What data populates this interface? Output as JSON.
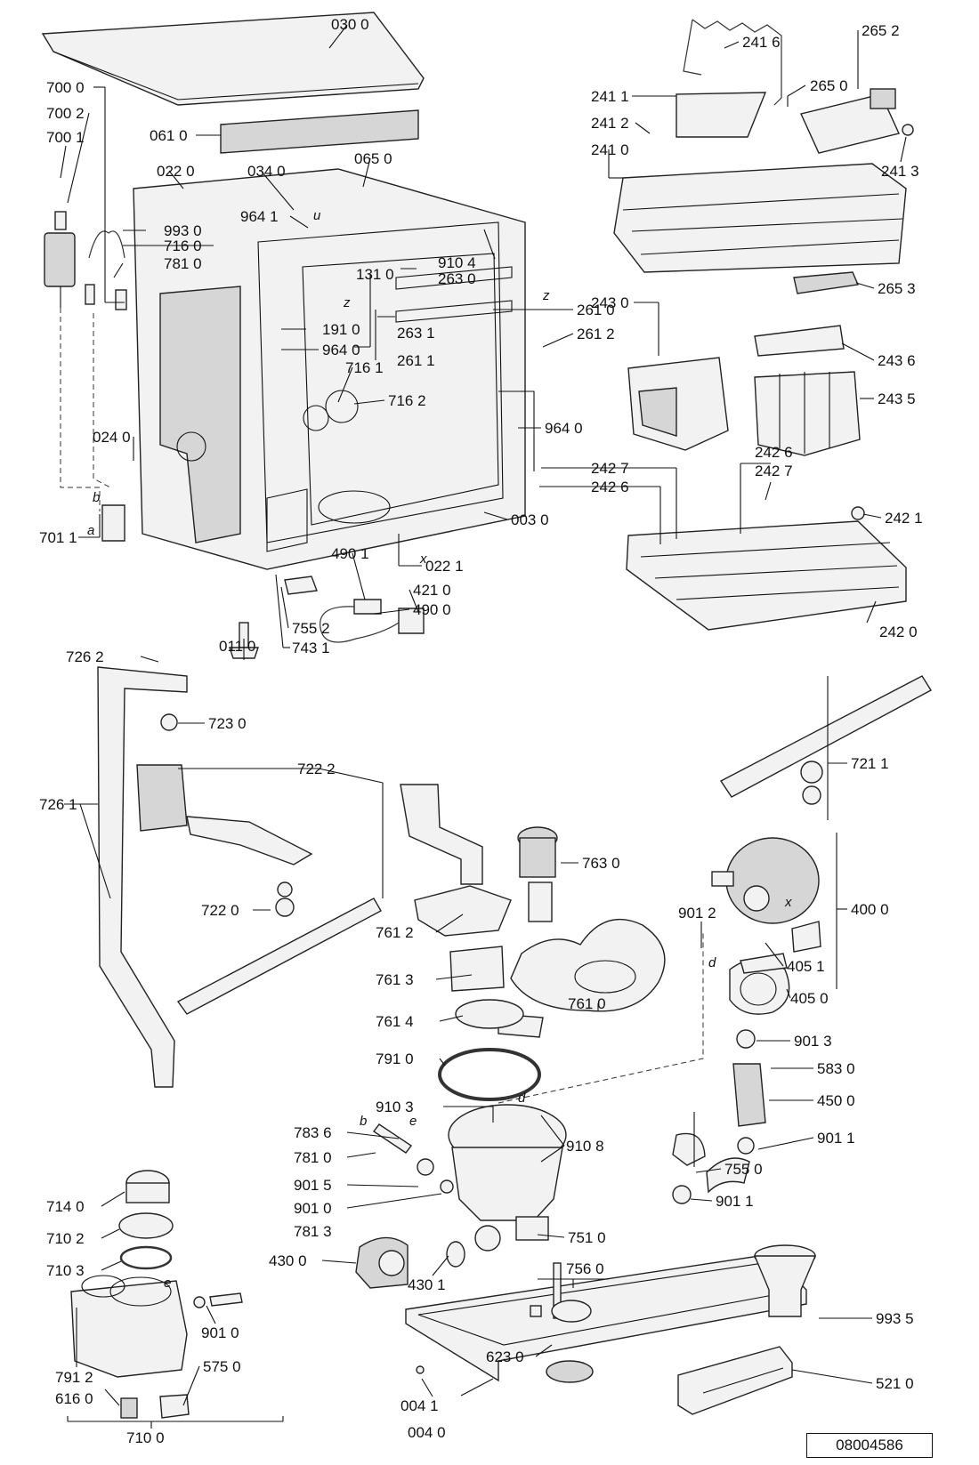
{
  "diagram": {
    "reference_number": "08004586",
    "callouts": [
      {
        "id": "l0300",
        "text": "030 0"
      },
      {
        "id": "l7000",
        "text": "700 0"
      },
      {
        "id": "l7002",
        "text": "700 2"
      },
      {
        "id": "l7001",
        "text": "700 1"
      },
      {
        "id": "l0610",
        "text": "061 0"
      },
      {
        "id": "l0220",
        "text": "022 0"
      },
      {
        "id": "l0340",
        "text": "034 0"
      },
      {
        "id": "l0650",
        "text": "065 0"
      },
      {
        "id": "l9641a",
        "text": "964 1"
      },
      {
        "id": "l9930",
        "text": "993 0"
      },
      {
        "id": "l7160",
        "text": "716 0"
      },
      {
        "id": "l7810a",
        "text": "781 0"
      },
      {
        "id": "l1310",
        "text": "131 0"
      },
      {
        "id": "l9104",
        "text": "910 4"
      },
      {
        "id": "l2630",
        "text": "263 0"
      },
      {
        "id": "l1910",
        "text": "191 0"
      },
      {
        "id": "l9640a",
        "text": "964 0"
      },
      {
        "id": "l2631",
        "text": "263 1"
      },
      {
        "id": "l2611",
        "text": "261 1"
      },
      {
        "id": "l2610",
        "text": "261 0"
      },
      {
        "id": "l2612",
        "text": "261 2"
      },
      {
        "id": "l7161",
        "text": "716 1"
      },
      {
        "id": "l7162",
        "text": "716 2"
      },
      {
        "id": "l9640b",
        "text": "964 0"
      },
      {
        "id": "l0240",
        "text": "024 0"
      },
      {
        "id": "l7011",
        "text": "701 1"
      },
      {
        "id": "l0030",
        "text": "003 0"
      },
      {
        "id": "l4901",
        "text": "490 1"
      },
      {
        "id": "l0221",
        "text": "022 1"
      },
      {
        "id": "l4210",
        "text": "421 0"
      },
      {
        "id": "l4900",
        "text": "490 0"
      },
      {
        "id": "l0110",
        "text": "011 0"
      },
      {
        "id": "l7552",
        "text": "755 2"
      },
      {
        "id": "l7431",
        "text": "743 1"
      },
      {
        "id": "l2416",
        "text": "241 6"
      },
      {
        "id": "l2652",
        "text": "265 2"
      },
      {
        "id": "l2411",
        "text": "241 1"
      },
      {
        "id": "l2650",
        "text": "265 0"
      },
      {
        "id": "l2412",
        "text": "241 2"
      },
      {
        "id": "l2410",
        "text": "241 0"
      },
      {
        "id": "l2413",
        "text": "241 3"
      },
      {
        "id": "l2653",
        "text": "265 3"
      },
      {
        "id": "l2430",
        "text": "243 0"
      },
      {
        "id": "l2436",
        "text": "243 6"
      },
      {
        "id": "l2435",
        "text": "243 5"
      },
      {
        "id": "l2427a",
        "text": "242 7"
      },
      {
        "id": "l2426a",
        "text": "242 6"
      },
      {
        "id": "l2426b",
        "text": "242 6"
      },
      {
        "id": "l2427b",
        "text": "242 7"
      },
      {
        "id": "l2421",
        "text": "242 1"
      },
      {
        "id": "l2420",
        "text": "242 0"
      },
      {
        "id": "l7262",
        "text": "726 2"
      },
      {
        "id": "l7230",
        "text": "723 0"
      },
      {
        "id": "l7222",
        "text": "722 2"
      },
      {
        "id": "l7261",
        "text": "726 1"
      },
      {
        "id": "l7220",
        "text": "722 0"
      },
      {
        "id": "l7211",
        "text": "721 1"
      },
      {
        "id": "l7630",
        "text": "763 0"
      },
      {
        "id": "l4000",
        "text": "400 0"
      },
      {
        "id": "l9012",
        "text": "901 2"
      },
      {
        "id": "l7612",
        "text": "761 2"
      },
      {
        "id": "l4051",
        "text": "405 1"
      },
      {
        "id": "l7613",
        "text": "761 3"
      },
      {
        "id": "l4050",
        "text": "405 0"
      },
      {
        "id": "l7610",
        "text": "761 0"
      },
      {
        "id": "l7614",
        "text": "761 4"
      },
      {
        "id": "l9013",
        "text": "901 3"
      },
      {
        "id": "l7910",
        "text": "791 0"
      },
      {
        "id": "l5830",
        "text": "583 0"
      },
      {
        "id": "l4500",
        "text": "450 0"
      },
      {
        "id": "l9103",
        "text": "910 3"
      },
      {
        "id": "l9108",
        "text": "910 8"
      },
      {
        "id": "l9011a",
        "text": "901 1"
      },
      {
        "id": "l7836",
        "text": "783 6"
      },
      {
        "id": "l7810b",
        "text": "781 0"
      },
      {
        "id": "l7550",
        "text": "755 0"
      },
      {
        "id": "l9015",
        "text": "901 5"
      },
      {
        "id": "l9011b",
        "text": "901 1"
      },
      {
        "id": "l9010a",
        "text": "901 0"
      },
      {
        "id": "l7813",
        "text": "781 3"
      },
      {
        "id": "l7510",
        "text": "751 0"
      },
      {
        "id": "l7140",
        "text": "714 0"
      },
      {
        "id": "l7102",
        "text": "710 2"
      },
      {
        "id": "l4300",
        "text": "430 0"
      },
      {
        "id": "l4301",
        "text": "430 1"
      },
      {
        "id": "l7103",
        "text": "710 3"
      },
      {
        "id": "l7560",
        "text": "756 0"
      },
      {
        "id": "l9935",
        "text": "993 5"
      },
      {
        "id": "l9010b",
        "text": "901 0"
      },
      {
        "id": "l6230",
        "text": "623 0"
      },
      {
        "id": "l7912",
        "text": "791 2"
      },
      {
        "id": "l5750",
        "text": "575 0"
      },
      {
        "id": "l6160",
        "text": "616 0"
      },
      {
        "id": "l5210",
        "text": "521 0"
      },
      {
        "id": "l0041",
        "text": "004 1"
      },
      {
        "id": "l0040",
        "text": "004 0"
      },
      {
        "id": "l7100",
        "text": "710 0"
      }
    ],
    "letter_marks": [
      {
        "id": "m-z1",
        "text": "z"
      },
      {
        "id": "m-u",
        "text": "u"
      },
      {
        "id": "m-z2",
        "text": "z"
      },
      {
        "id": "m-b1",
        "text": "b"
      },
      {
        "id": "m-a",
        "text": "a"
      },
      {
        "id": "m-x1",
        "text": "x"
      },
      {
        "id": "m-x2",
        "text": "x"
      },
      {
        "id": "m-d1",
        "text": "d"
      },
      {
        "id": "m-d2",
        "text": "d"
      },
      {
        "id": "m-b2",
        "text": "b"
      },
      {
        "id": "m-e1",
        "text": "e"
      },
      {
        "id": "m-e2",
        "text": "e"
      }
    ]
  }
}
